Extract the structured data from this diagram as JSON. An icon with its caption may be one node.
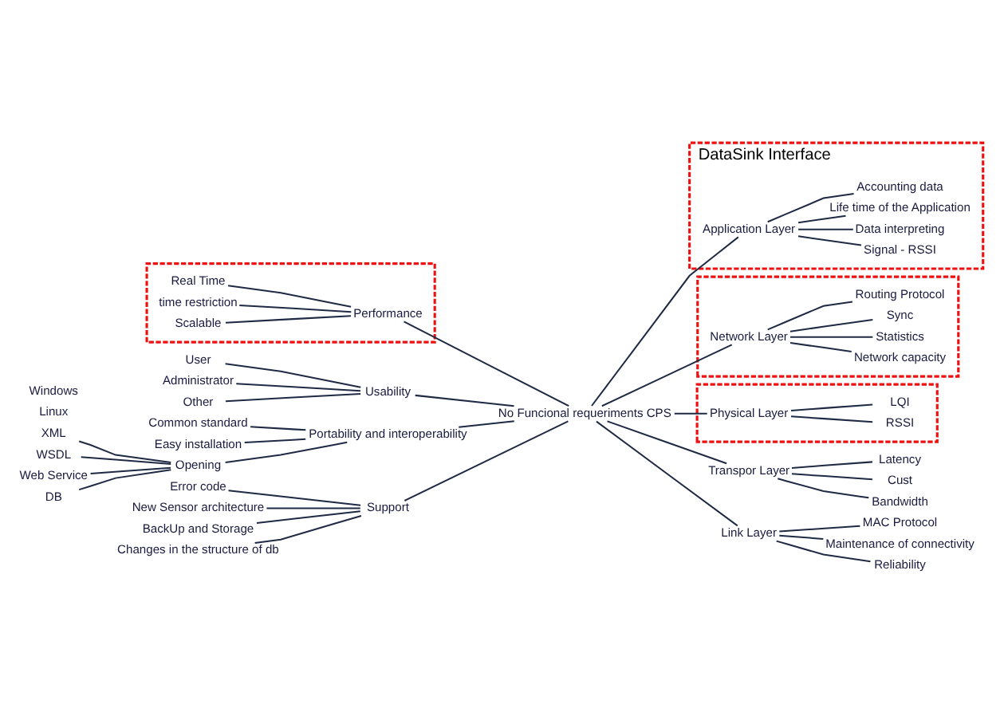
{
  "diagram": {
    "nodes": [
      {
        "text": [
          "DataSink Interface"
        ]
      },
      {
        "text": [
          "Application Layer"
        ],
        "in": 0
      },
      {
        "text": [
          "Signal - RSSI"
        ],
        "in": 0
      },
      {
        "text": [
          "Data interpreting"
        ],
        "in": 0
      },
      {
        "text": [
          "Life time of the Application"
        ],
        "in": 0
      },
      {
        "text": [
          "Accounting data"
        ],
        "in": 0
      },
      {
        "text": [],
        "shape": "box"
      },
      {
        "text": [
          "Real Time"
        ],
        "in": 6
      },
      {
        "text": [
          "time restriction"
        ],
        "in": 6
      },
      {
        "text": [
          "Scalable"
        ],
        "in": 6
      },
      {
        "text": [
          "Performance"
        ],
        "in": 6
      },
      {
        "text": [
          "Transpor Layer"
        ]
      },
      {
        "text": [
          "Latency"
        ]
      },
      {
        "text": [
          "Cust"
        ]
      },
      {
        "text": [
          "Bandwidth"
        ]
      },
      {
        "text": [
          "User"
        ]
      },
      {
        "text": [
          "Administrator"
        ]
      },
      {
        "text": [
          "Other"
        ]
      },
      {
        "text": [
          "Usability"
        ]
      },
      {
        "text": [],
        "shape": "box"
      },
      {
        "text": [
          "Network Layer"
        ],
        "in": 19
      },
      {
        "text": [
          "Network capacity"
        ],
        "in": 19
      },
      {
        "text": [
          "Statistics"
        ],
        "in": 19
      },
      {
        "text": [
          "Sync"
        ],
        "in": 19
      },
      {
        "text": [
          "Routing Protocol"
        ],
        "in": 19
      },
      {
        "text": [
          "Common standard"
        ]
      },
      {
        "text": [
          "Easy installation"
        ]
      },
      {
        "text": [
          "Portability and interoperability"
        ]
      },
      {
        "text": [
          "No Funcional requeriments CPS"
        ]
      },
      {
        "text": [
          "XML"
        ]
      },
      {
        "text": [
          "WSDL"
        ]
      },
      {
        "text": [
          "Web Service"
        ]
      },
      {
        "text": [
          "DB"
        ]
      },
      {
        "text": [
          "Opening"
        ]
      },
      {
        "text": [
          "Link Layer"
        ]
      },
      {
        "text": [
          "MAC Protocol"
        ]
      },
      {
        "text": [
          "Maintenance of connectivity"
        ]
      },
      {
        "text": [
          "Reliability"
        ]
      },
      {
        "text": [],
        "shape": "box"
      },
      {
        "text": [
          "Physical Layer"
        ],
        "in": 38
      },
      {
        "text": [
          "RSSI"
        ],
        "in": 38
      },
      {
        "text": [
          "LQI"
        ],
        "in": 38
      },
      {
        "text": [
          "Error code"
        ]
      },
      {
        "text": [
          "New Sensor architecture"
        ]
      },
      {
        "text": [
          "Support"
        ]
      },
      {
        "text": [
          "BackUp and Storage"
        ]
      },
      {
        "text": [
          "Changes in the structure of db"
        ]
      }
    ],
    "edges": [
      {
        "from": 7,
        "to": 10,
        "arrow": "none"
      },
      {
        "from": 8,
        "to": 10,
        "arrow": "none"
      },
      {
        "from": 9,
        "to": 10,
        "arrow": "none"
      },
      {
        "from": 10,
        "to": 28,
        "arrow": "none"
      },
      {
        "from": 15,
        "to": 18,
        "arrow": "none"
      },
      {
        "from": 16,
        "to": 18,
        "arrow": "none"
      },
      {
        "from": 17,
        "to": 18,
        "arrow": "none"
      },
      {
        "from": 18,
        "to": 28,
        "arrow": "none"
      },
      {
        "from": 25,
        "to": 27,
        "arrow": "none"
      },
      {
        "from": 26,
        "to": 27,
        "arrow": "none"
      },
      {
        "from": 29,
        "to": 33,
        "arrow": "none"
      },
      {
        "from": 30,
        "to": 33,
        "arrow": "none"
      },
      {
        "from": 31,
        "to": 33,
        "arrow": "none"
      },
      {
        "from": 32,
        "to": 33,
        "arrow": "none"
      },
      {
        "from": 33,
        "to": 27,
        "arrow": "none"
      },
      {
        "from": 27,
        "to": 28,
        "arrow": "none"
      },
      {
        "from": 42,
        "to": 44,
        "arrow": "none"
      },
      {
        "from": 43,
        "to": 44,
        "arrow": "none"
      },
      {
        "from": 45,
        "to": 44,
        "arrow": "none"
      },
      {
        "from": 46,
        "to": 44,
        "arrow": "none"
      },
      {
        "from": 44,
        "to": 28,
        "arrow": "none"
      },
      {
        "from": 28,
        "to": 1,
        "arrow": "none"
      },
      {
        "from": 1,
        "to": 2,
        "arrow": "none"
      },
      {
        "from": 1,
        "to": 3,
        "arrow": "none"
      },
      {
        "from": 1,
        "to": 4,
        "arrow": "none"
      },
      {
        "from": 1,
        "to": 5,
        "arrow": "none"
      },
      {
        "from": 28,
        "to": 11,
        "arrow": "none"
      },
      {
        "from": 11,
        "to": 12,
        "arrow": "none"
      },
      {
        "from": 11,
        "to": 13,
        "arrow": "none"
      },
      {
        "from": 11,
        "to": 14,
        "arrow": "none"
      },
      {
        "from": 28,
        "to": 20,
        "arrow": "none"
      },
      {
        "from": 20,
        "to": 21,
        "arrow": "none"
      },
      {
        "from": 20,
        "to": 22,
        "arrow": "none"
      },
      {
        "from": 20,
        "to": 23,
        "arrow": "none"
      },
      {
        "from": 20,
        "to": 24,
        "arrow": "none"
      },
      {
        "from": 28,
        "to": 34,
        "arrow": "none"
      },
      {
        "from": 34,
        "to": 35,
        "arrow": "none"
      },
      {
        "from": 34,
        "to": 36,
        "arrow": "none"
      },
      {
        "from": 34,
        "to": 37,
        "arrow": "none"
      },
      {
        "from": 28,
        "to": 39,
        "arrow": "none"
      },
      {
        "from": 39,
        "to": 40,
        "arrow": "none"
      },
      {
        "from": 39,
        "to": 41,
        "arrow": "none"
      }
    ],
    "labels": [
      "Linux",
      "Windows"
    ]
  }
}
